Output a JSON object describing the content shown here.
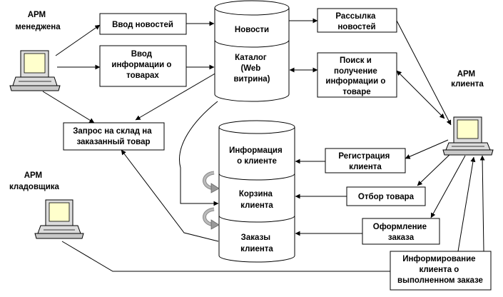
{
  "actors": {
    "manager": [
      "АРМ",
      "менеджена"
    ],
    "client": [
      "АРМ",
      "клиента"
    ],
    "storekeeper": [
      "АРМ",
      "кладовщика"
    ]
  },
  "boxes": {
    "news_input": [
      "Ввод новостей"
    ],
    "goods_input": [
      "Ввод",
      "информации о",
      "товарах"
    ],
    "warehouse_request": [
      "Запрос на склад на",
      "заказанный товар"
    ],
    "newsletter": [
      "Рассылка",
      "новостей"
    ],
    "search": [
      "Поиск и",
      "получение",
      "информации о",
      "товаре"
    ],
    "registration": [
      "Регистрация",
      "клиента"
    ],
    "selection": [
      "Отбор товара"
    ],
    "checkout": [
      "Оформление",
      "заказа"
    ],
    "notification": [
      "Информирование",
      "клиента о",
      "выполненном заказе"
    ]
  },
  "databases": {
    "top": {
      "news": [
        "Новости"
      ],
      "catalog": [
        "Каталог",
        "(Web",
        "витрина)"
      ]
    },
    "bottom": {
      "client_info": [
        "Информация",
        "о клиенте"
      ],
      "cart": [
        "Корзина",
        "клиента"
      ],
      "orders": [
        "Заказы",
        "клиента"
      ]
    }
  },
  "colors": {
    "monitor": "#ffffcc",
    "case": "#dcdcdc",
    "stroke": "#000000"
  }
}
